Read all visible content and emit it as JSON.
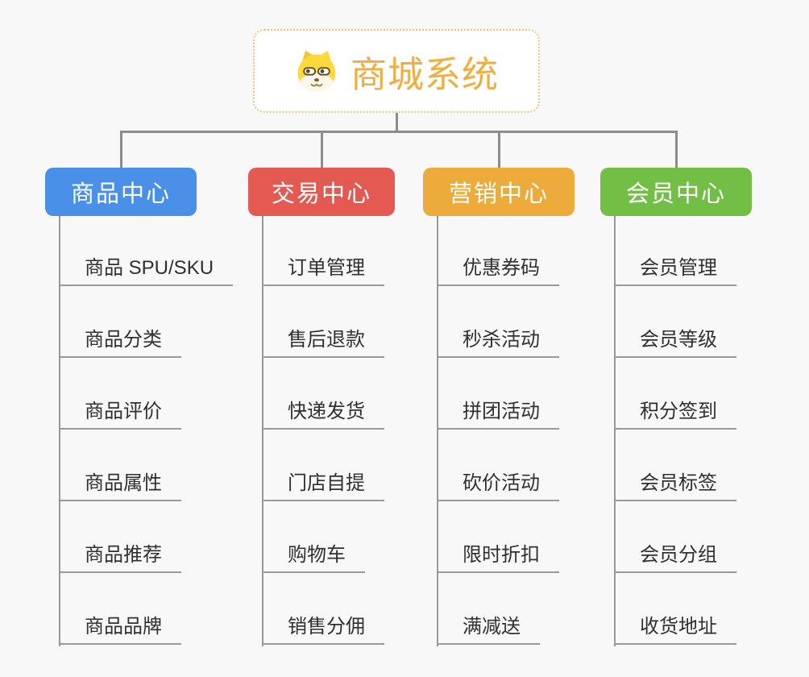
{
  "root": {
    "title": "商城系统",
    "title_color": "#f0ae3e",
    "icon": "shiba-dog-icon",
    "border_color": "#f4c276"
  },
  "connector_color": "#8c8c8c",
  "subline_color": "#999999",
  "branches": [
    {
      "label": "商品中心",
      "color": "#4a90e8",
      "items": [
        "商品 SPU/SKU",
        "商品分类",
        "商品评价",
        "商品属性",
        "商品推荐",
        "商品品牌"
      ]
    },
    {
      "label": "交易中心",
      "color": "#e55953",
      "items": [
        "订单管理",
        "售后退款",
        "快递发货",
        "门店自提",
        "购物车",
        "销售分佣"
      ]
    },
    {
      "label": "营销中心",
      "color": "#ecab3a",
      "items": [
        "优惠券码",
        "秒杀活动",
        "拼团活动",
        "砍价活动",
        "限时折扣",
        "满减送"
      ]
    },
    {
      "label": "会员中心",
      "color": "#73be44",
      "items": [
        "会员管理",
        "会员等级",
        "积分签到",
        "会员标签",
        "会员分组",
        "收货地址"
      ]
    }
  ]
}
